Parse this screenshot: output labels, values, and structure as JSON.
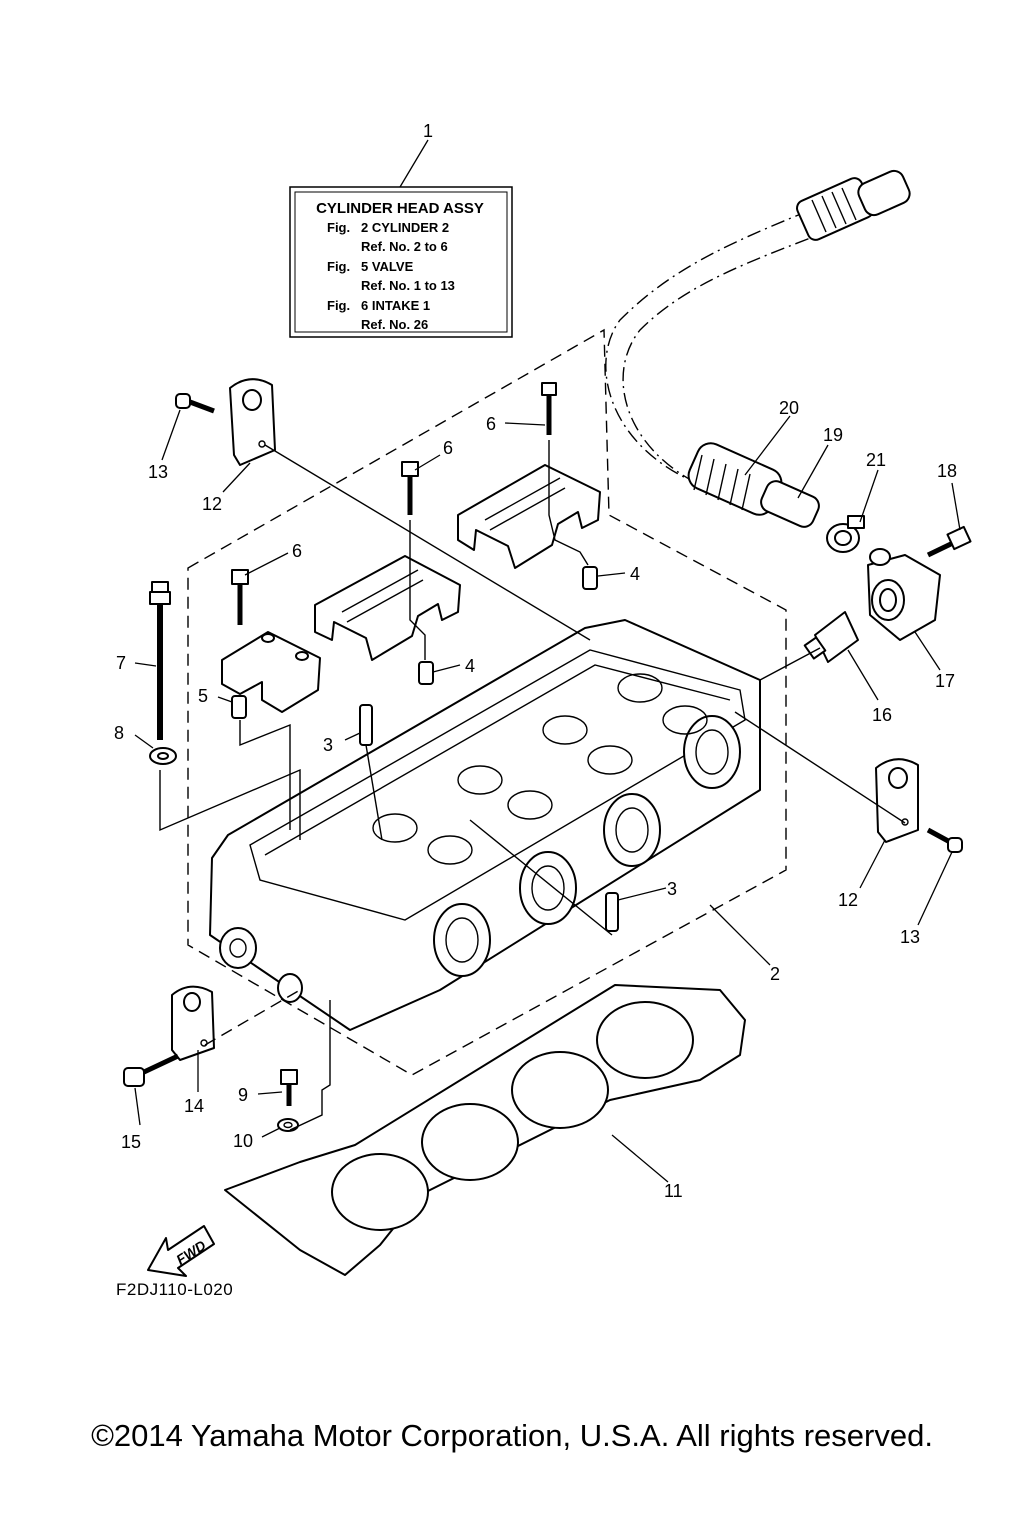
{
  "ref_box": {
    "callout": "1",
    "title": "CYLINDER HEAD ASSY",
    "lines": [
      {
        "col1": "Fig.",
        "col2": "2 CYLINDER 2"
      },
      {
        "col1": "",
        "col2": "Ref. No. 2 to 6"
      },
      {
        "col1": "Fig.",
        "col2": "5 VALVE"
      },
      {
        "col1": "",
        "col2": "Ref. No. 1 to 13"
      },
      {
        "col1": "Fig.",
        "col2": "6 INTAKE 1"
      },
      {
        "col1": "",
        "col2": "Ref. No. 26"
      }
    ]
  },
  "callouts": {
    "c2": "2",
    "c3a": "3",
    "c3b": "3",
    "c4a": "4",
    "c4b": "4",
    "c5": "5",
    "c6a": "6",
    "c6b": "6",
    "c6c": "6",
    "c7": "7",
    "c8": "8",
    "c9": "9",
    "c10": "10",
    "c11": "11",
    "c12a": "12",
    "c12b": "12",
    "c13a": "13",
    "c13b": "13",
    "c14": "14",
    "c15": "15",
    "c16": "16",
    "c17": "17",
    "c18": "18",
    "c19": "19",
    "c20": "20",
    "c21": "21"
  },
  "fwd_label": "FWD",
  "diagram_code": "F2DJ110-L020",
  "copyright": "©2014 Yamaha Motor Corporation, U.S.A. All rights reserved."
}
